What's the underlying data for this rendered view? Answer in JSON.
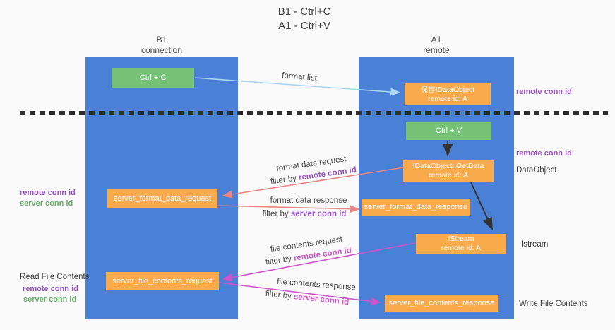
{
  "title": {
    "line1": "B1 - Ctrl+C",
    "line2": "A1 - Ctrl+V"
  },
  "columns": {
    "left": {
      "title": "B1",
      "subtitle": "connection"
    },
    "right": {
      "title": "A1",
      "subtitle": "remote"
    }
  },
  "nodes": {
    "ctrl_c": {
      "label": "Ctrl + C"
    },
    "save_idataobject": {
      "line1": "保存IDataObject",
      "line2": "remote id: A"
    },
    "ctrl_v": {
      "label": "Ctrl + V"
    },
    "getdata": {
      "line1": "IDataObject::GetData",
      "line2": "remote id: A"
    },
    "server_format_data_request": {
      "label": "server_format_data_request"
    },
    "server_format_data_response": {
      "label": "server_format_data_response"
    },
    "istream": {
      "line1": "IStream",
      "line2": "remote id: A"
    },
    "server_file_contents_request": {
      "label": "server_file_contents_request"
    },
    "server_file_contents_response": {
      "label": "server_file_contents_response"
    }
  },
  "right_labels": {
    "remote_conn_id_1": "remote conn id",
    "remote_conn_id_2": "remote conn id",
    "dataobject": "DataObject",
    "istream": "Istream",
    "write_file_contents": "Write File Contents"
  },
  "left_labels": {
    "remote_conn_id_1": "remote conn id",
    "server_conn_id_1": "server conn id",
    "read_file_contents": "Read File Contents",
    "remote_conn_id_2": "remote conn id",
    "server_conn_id_2": "server conn id"
  },
  "arrow_labels": {
    "format_list": "format list",
    "format_data_request": "format data request",
    "filter_request_1": {
      "prefix": "filter by ",
      "id": "remote conn id"
    },
    "format_data_response": "format data response",
    "filter_response_1": {
      "prefix": "filter by ",
      "id": "server conn id"
    },
    "file_contents_request": "file contents request",
    "filter_request_2": {
      "prefix": "filter by ",
      "id": "remote conn id"
    },
    "file_contents_response": "file contents response",
    "filter_response_2": {
      "prefix": "filter by ",
      "id": "server conn id"
    }
  },
  "colors": {
    "column_blue": "#4a80d6",
    "node_orange": "#f9ab4c",
    "node_green": "#76c277",
    "purple_text": "#9c50c8",
    "green_text": "#67b168",
    "magenta_arrow": "#cc55cc",
    "salmon_arrow": "#e88383",
    "light_blue_arrow": "#a9d7f2",
    "black_arrow": "#333333",
    "dashed_line": "#2e2e2e"
  }
}
